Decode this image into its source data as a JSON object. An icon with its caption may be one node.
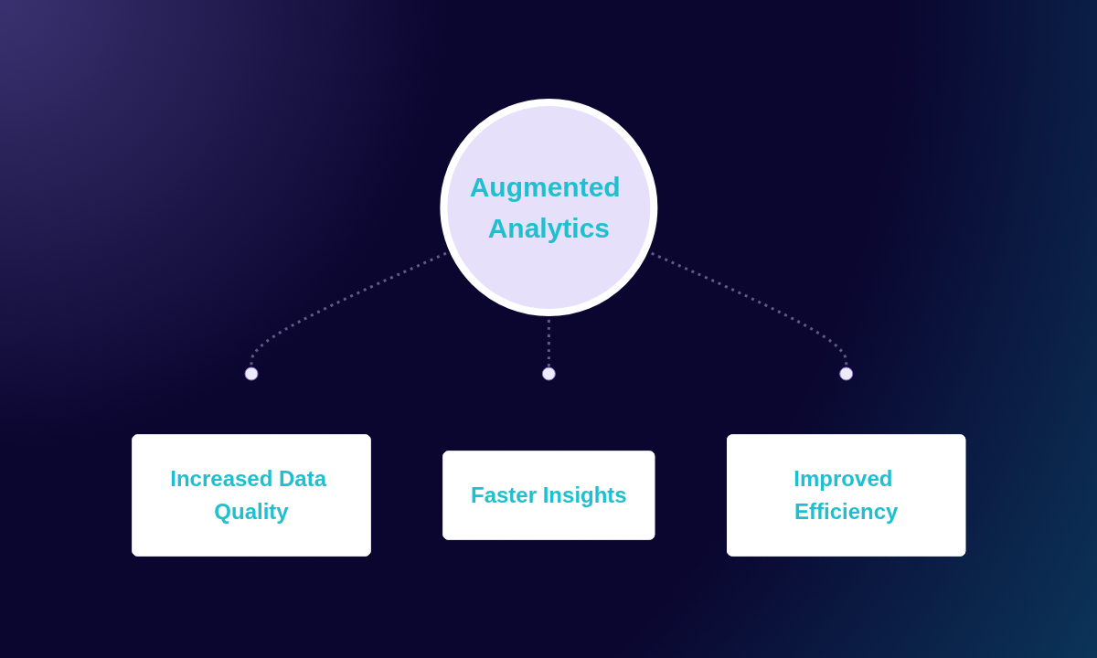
{
  "diagram": {
    "nodes": [
      {
        "text": [
          "Augmented Analytics"
        ]
      },
      {
        "text": [],
        "shape": "circle"
      },
      {
        "text": [],
        "shape": "circle"
      },
      {
        "text": [],
        "shape": "circle"
      },
      {
        "text": [
          "Increased Data Quality"
        ]
      },
      {
        "text": [
          "Faster Insights"
        ]
      },
      {
        "text": [
          "Improved Efficiency"
        ]
      }
    ],
    "edges": [
      {
        "from": 0,
        "to": 1,
        "arrow": "none",
        "style": "dashed"
      },
      {
        "from": 0,
        "to": 2,
        "arrow": "none",
        "style": "dashed"
      },
      {
        "from": 0,
        "to": 3,
        "arrow": "none",
        "style": "dashed"
      }
    ]
  }
}
